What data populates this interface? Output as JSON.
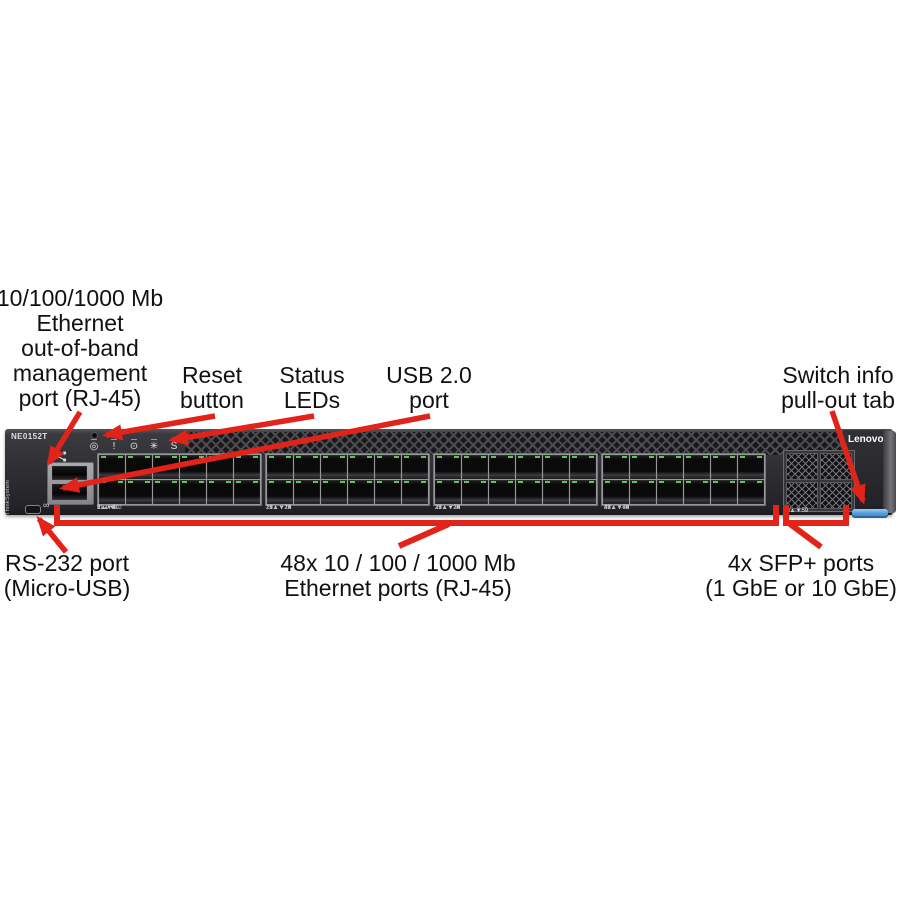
{
  "annotations": {
    "accent_color": "#e2231a",
    "labels": {
      "mgmt": {
        "lines": [
          "10/100/1000 Mb",
          "Ethernet",
          "out-of-band",
          "management",
          "port (RJ-45)"
        ]
      },
      "reset": {
        "lines": [
          "Reset",
          "button"
        ]
      },
      "status": {
        "lines": [
          "Status",
          "LEDs"
        ]
      },
      "usb": {
        "lines": [
          "USB 2.0",
          "port"
        ]
      },
      "switchinfo": {
        "lines": [
          "Switch info",
          "pull-out tab"
        ]
      },
      "rs232": {
        "lines": [
          "RS-232 port",
          "(Micro-USB)"
        ]
      },
      "ports48": {
        "lines": [
          "48x 10 / 100 / 1000 Mb",
          "Ethernet ports (RJ-45)"
        ]
      },
      "sfp": {
        "lines": [
          "4x SFP+ ports",
          "(1 GbE or 10 GbE)"
        ]
      }
    }
  },
  "switch": {
    "model": "NE0152T",
    "brand": "Lenovo",
    "series_vertical": "ThinkSystem",
    "console_icon_glyph": "∞",
    "status_leds": [
      {
        "name": "power-led",
        "glyph": "◎"
      },
      {
        "name": "fault-led",
        "glyph": "!"
      },
      {
        "name": "locate-led",
        "glyph": "⊙"
      },
      {
        "name": "fan-led",
        "glyph": "✳"
      },
      {
        "name": "service-led",
        "glyph": "S"
      }
    ],
    "port_banks": [
      {
        "labels": [
          "1▲▼2",
          "3▲▼4",
          "5▲▼6",
          "7▲▼8",
          "9▲▼10",
          "11▲▼12"
        ]
      },
      {
        "labels": [
          "13▲▼14",
          "15▲▼16",
          "17▲▼18",
          "19▲▼20",
          "21▲▼22",
          "23▲▼24"
        ]
      },
      {
        "labels": [
          "25▲▼26",
          "27▲▼28",
          "29▲▼30",
          "31▲▼32",
          "33▲▼34",
          "35▲▼36"
        ]
      },
      {
        "labels": [
          "37▲▼38",
          "39▲▼40",
          "41▲▼42",
          "43▲▼44",
          "45▲▼46",
          "47▲▼48"
        ]
      }
    ],
    "sfp_labels": [
      "49▲▼50",
      "51▲▼52"
    ],
    "tab_color": "#58a0dd",
    "led_color": "#5ec654"
  }
}
